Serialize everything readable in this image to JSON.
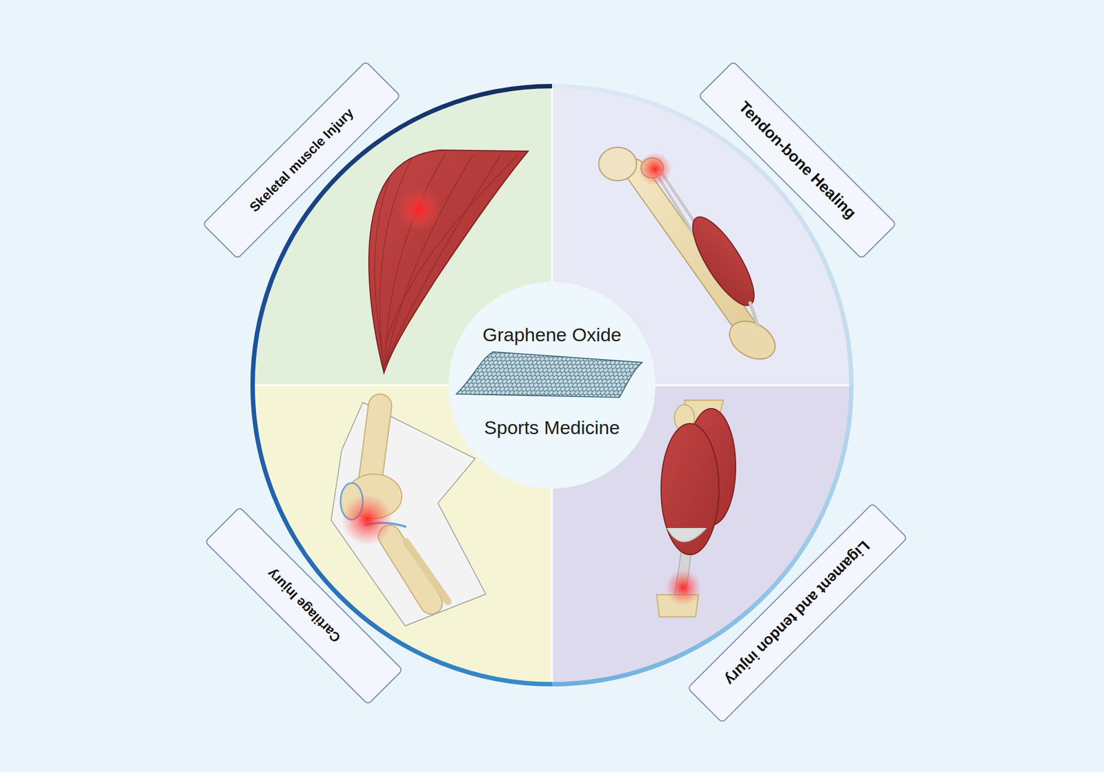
{
  "diagram": {
    "nodes": [
      {
        "text": [
          "Graphene Oxide",
          "Sports Medicine"
        ]
      },
      {
        "text": [
          "Skeletal muscle Injury"
        ]
      },
      {
        "text": [
          "Tendon-bone Healing"
        ]
      },
      {
        "text": [
          "Cartilage Injury"
        ]
      },
      {
        "text": [
          "Ligament and tendon injury"
        ]
      }
    ]
  }
}
